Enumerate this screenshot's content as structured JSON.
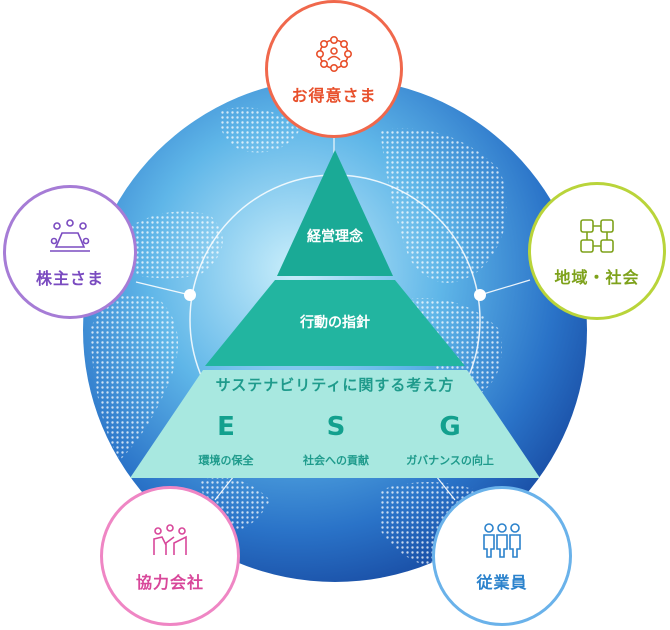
{
  "nodes": {
    "customers": {
      "label": "お得意さま",
      "color": "#f0684c"
    },
    "shareholders": {
      "label": "株主さま",
      "color": "#a67cd6"
    },
    "community": {
      "label": "地域・社会",
      "color": "#b9d43a"
    },
    "partners": {
      "label": "協力会社",
      "color": "#ef86c4"
    },
    "employees": {
      "label": "従業員",
      "color": "#6ab2ea"
    }
  },
  "pyramid": {
    "top": "経営理念",
    "middle": "行動の指針",
    "base": {
      "title": "サステナビリティに関する考え方",
      "items": [
        {
          "letter": "E",
          "label": "環境の保全"
        },
        {
          "letter": "S",
          "label": "社会への貢献"
        },
        {
          "letter": "G",
          "label": "ガバナンスの向上"
        }
      ]
    },
    "colors": {
      "top": "#1aaa96",
      "middle": "#22b5a0",
      "base": "#a8e8e0"
    }
  }
}
